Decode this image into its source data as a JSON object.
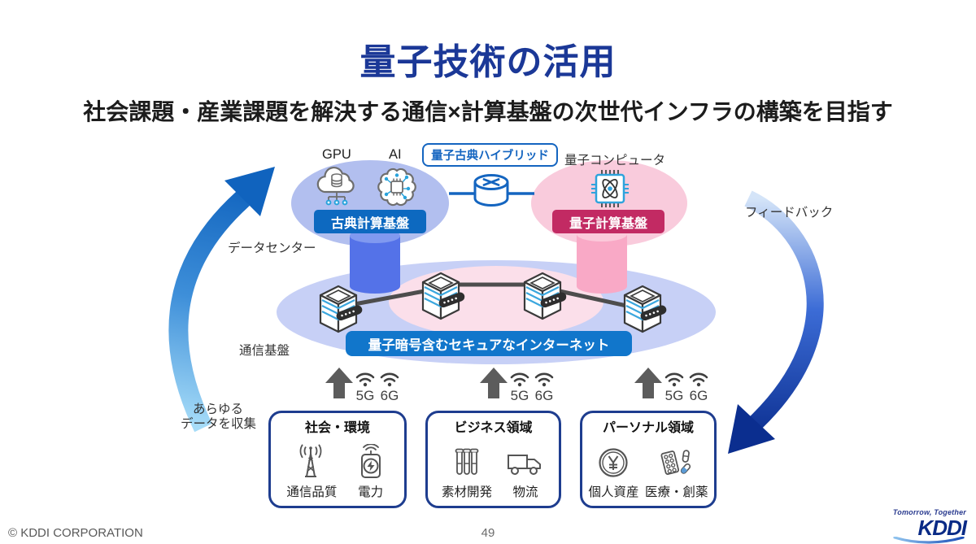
{
  "slide": {
    "title": "量子技術の活用",
    "subtitle": "社会課題・産業課題を解決する通信×計算基盤の次世代インフラの構築を目指す",
    "page_number": "49",
    "copyright": "© KDDI CORPORATION",
    "brand": {
      "tagline": "Tomorrow, Together",
      "name": "KDDI"
    }
  },
  "compute": {
    "gpu": "GPU",
    "ai": "AI",
    "hybrid": "量子古典ハイブリッド",
    "quantum_computer": "量子コンピュータ",
    "classical_platform": "古典計算基盤",
    "quantum_platform": "量子計算基盤",
    "datacenter": "データセンター",
    "feedback": "フィードバック"
  },
  "network": {
    "platform": "通信基盤",
    "secure_internet": "量子暗号含むセキュアなインターネット",
    "collect_line1": "あらゆる",
    "collect_line2": "データを収集",
    "gen5": "5G",
    "gen6": "6G"
  },
  "domains": [
    {
      "title": "社会・環境",
      "items": [
        {
          "icon": "radio-tower-icon",
          "label": "通信品質"
        },
        {
          "icon": "power-icon",
          "label": "電力"
        }
      ]
    },
    {
      "title": "ビジネス領域",
      "items": [
        {
          "icon": "test-tubes-icon",
          "label": "素材開発"
        },
        {
          "icon": "truck-icon",
          "label": "物流"
        }
      ]
    },
    {
      "title": "パーソナル領域",
      "items": [
        {
          "icon": "yen-coin-icon",
          "label": "個人資産"
        },
        {
          "icon": "medicine-icon",
          "label": "医療・創薬"
        }
      ]
    }
  ],
  "icons": [
    "gpu-cloud-icon",
    "ai-brain-icon",
    "hybrid-router-icon",
    "quantum-chip-icon",
    "server-icon",
    "wifi-icon",
    "up-arrow-icon",
    "cycle-up-arrow",
    "cycle-down-arrow"
  ],
  "colors": {
    "title_navy": "#1B3897",
    "accent_blue": "#0D69C0",
    "accent_crimson": "#C22A63",
    "secure_blue": "#1176CB",
    "hybrid_blue": "#1465C0",
    "border_navy": "#1E3D8F",
    "ellipse_blue": "#B2BFEF",
    "ellipse_pink": "#F9CBDC",
    "comm_ellipse": "#C7D0F6",
    "comm_inner_pink": "#FBDFEA",
    "cylinder_blue": "#5472E8",
    "cylinder_pink": "#F9A9C6",
    "arrow_gray": "#5C5C5C"
  }
}
